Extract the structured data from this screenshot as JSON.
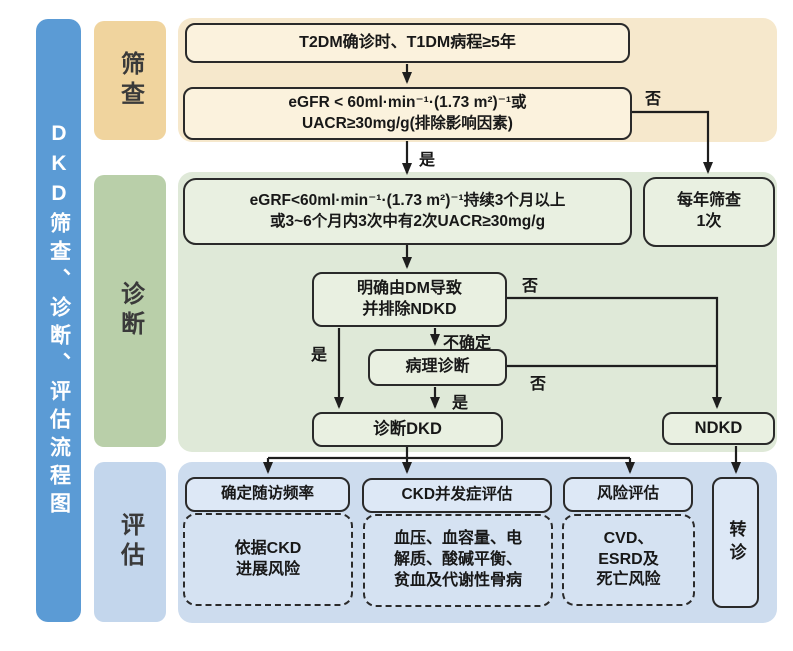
{
  "title": "DKD筛查、诊断、评估流程图",
  "stages": [
    {
      "label": "筛查"
    },
    {
      "label": "诊断"
    },
    {
      "label": "评估"
    }
  ],
  "nodes": {
    "entry": "T2DM确诊时、T1DM病程≥5年",
    "screen_test": "eGFR < 60ml·min⁻¹·(1.73 m²)⁻¹或\nUACR≥30mg/g(排除影响因素)",
    "annual_screen": "每年筛查\n1次",
    "persist_test": "eGRF<60ml·min⁻¹·(1.73 m²)⁻¹持续3个月以上\n或3~6个月内3次中有2次UACR≥30mg/g",
    "dm_cause": "明确由DM导致\n并排除NDKD",
    "pathology": "病理诊断",
    "dkd": "诊断DKD",
    "ndkd": "NDKD",
    "followup_title": "确定随访频率",
    "followup_detail": "依据CKD\n进展风险",
    "complication_title": "CKD并发症评估",
    "complication_detail": "血压、血容量、电\n解质、酸碱平衡、\n贫血及代谢性骨病",
    "risk_title": "风险评估",
    "risk_detail": "CVD、\nESRD及\n死亡风险",
    "referral": "转诊"
  },
  "edge_labels": {
    "screen_yes": "是",
    "screen_no": "否",
    "dm_yes": "是",
    "dm_no": "否",
    "uncertain": "不确定",
    "pathology_yes": "是",
    "pathology_no": "否"
  },
  "colors": {
    "sidebar_blue": "#5b9bd5",
    "stage_screen": "#f0d49e",
    "stage_diagnosis": "#b9cfa9",
    "stage_evaluation": "#c3d6ec",
    "band_screen": "#f6e8cc",
    "band_diagnosis": "#dfe9d8",
    "band_evaluation": "#cddcee",
    "node_border": "#2a2a2a"
  }
}
